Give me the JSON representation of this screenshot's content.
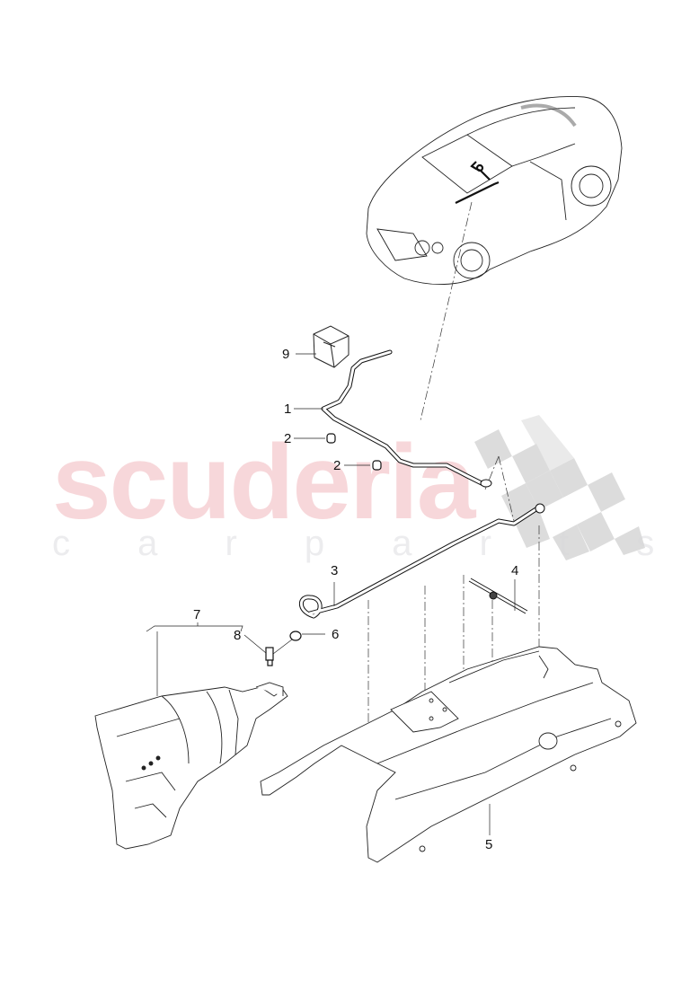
{
  "watermark": {
    "brand": "scuderia",
    "tagline": "c a r   p a r t s",
    "brand_color": "#f7d7da",
    "tagline_color": "#ececee",
    "flag_color": "#d9d9d9"
  },
  "diagram": {
    "type": "exploded parts diagram",
    "vehicle": "convertible car overview with highlighted part location",
    "callouts": [
      {
        "number": "1",
        "part": "pipe / line (upper)"
      },
      {
        "number": "2",
        "part": "clip"
      },
      {
        "number": "2",
        "part": "clip"
      },
      {
        "number": "3",
        "part": "pipe / line (lower)"
      },
      {
        "number": "4",
        "part": "cable tie"
      },
      {
        "number": "5",
        "part": "heat shield"
      },
      {
        "number": "6",
        "part": "hose clamp"
      },
      {
        "number": "7",
        "part": "transmission assembly"
      },
      {
        "number": "8",
        "part": "connector / valve"
      },
      {
        "number": "9",
        "part": "label / block"
      }
    ]
  }
}
